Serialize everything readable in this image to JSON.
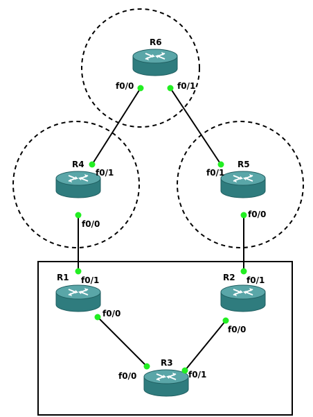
{
  "colors": {
    "link": "#000000",
    "port_dot": "#22ee22",
    "router_top": "#5aa6a8",
    "router_side": "#2f7c7e",
    "router_arrow": "#ffffff"
  },
  "routers": {
    "R1": {
      "name": "R1"
    },
    "R2": {
      "name": "R2"
    },
    "R3": {
      "name": "R3"
    },
    "R4": {
      "name": "R4"
    },
    "R5": {
      "name": "R5"
    },
    "R6": {
      "name": "R6"
    }
  },
  "links": [
    {
      "a": "R6",
      "a_port": "f0/0",
      "b": "R4",
      "b_port": "f0/1"
    },
    {
      "a": "R6",
      "a_port": "f0/1",
      "b": "R5",
      "b_port": "f0/1"
    },
    {
      "a": "R4",
      "a_port": "f0/0",
      "b": "R1",
      "b_port": "f0/1"
    },
    {
      "a": "R5",
      "a_port": "f0/0",
      "b": "R2",
      "b_port": "f0/1"
    },
    {
      "a": "R1",
      "a_port": "f0/0",
      "b": "R3",
      "b_port": "f0/0"
    },
    {
      "a": "R2",
      "a_port": "f0/0",
      "b": "R3",
      "b_port": "f0/1"
    }
  ],
  "ports": {
    "r6_f00": "f0/0",
    "r6_f01": "f0/1",
    "r4_f01": "f0/1",
    "r4_f00": "f0/0",
    "r5_f01": "f0/1",
    "r5_f00": "f0/0",
    "r1_f01": "f0/1",
    "r1_f00": "f0/0",
    "r2_f01": "f0/1",
    "r2_f00": "f0/0",
    "r3_f00": "f0/0",
    "r3_f01": "f0/1"
  },
  "groups": {
    "dashed_circles": [
      "R6",
      "R4",
      "R5"
    ],
    "solid_box": [
      "R1",
      "R2",
      "R3"
    ]
  }
}
